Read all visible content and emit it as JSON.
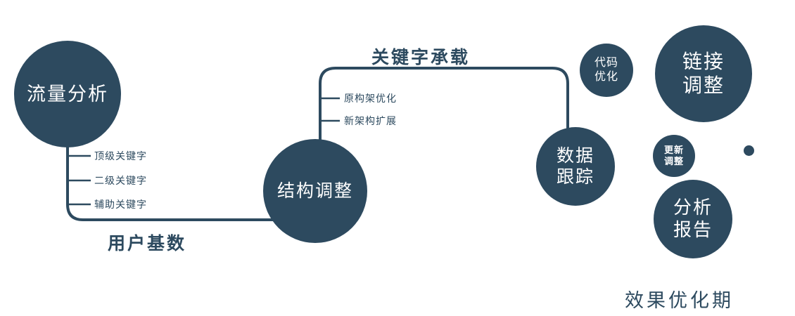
{
  "colors": {
    "primary": "#2d4a5f",
    "node_text": "#ffffff",
    "background": "#ffffff"
  },
  "nodes": {
    "traffic_analysis": {
      "label": "流量分析"
    },
    "structure_adjustment": {
      "label": "结构调整"
    },
    "data_tracking": {
      "line1": "数据",
      "line2": "跟踪"
    },
    "code_optimization": {
      "line1": "代码",
      "line2": "优化"
    },
    "link_adjustment": {
      "line1": "链接",
      "line2": "调整"
    },
    "update_adjustment": {
      "line1": "更新",
      "line2": "调整"
    },
    "analysis_report": {
      "line1": "分析",
      "line2": "报告"
    }
  },
  "edge_labels": {
    "user_base": "用户基数",
    "keyword_bearing": "关键字承载"
  },
  "branches": {
    "traffic": [
      "顶级关键字",
      "二级关键字",
      "辅助关键字"
    ],
    "structure": [
      "原构架优化",
      "新架构扩展"
    ]
  },
  "footer": {
    "label": "效果优化期"
  }
}
